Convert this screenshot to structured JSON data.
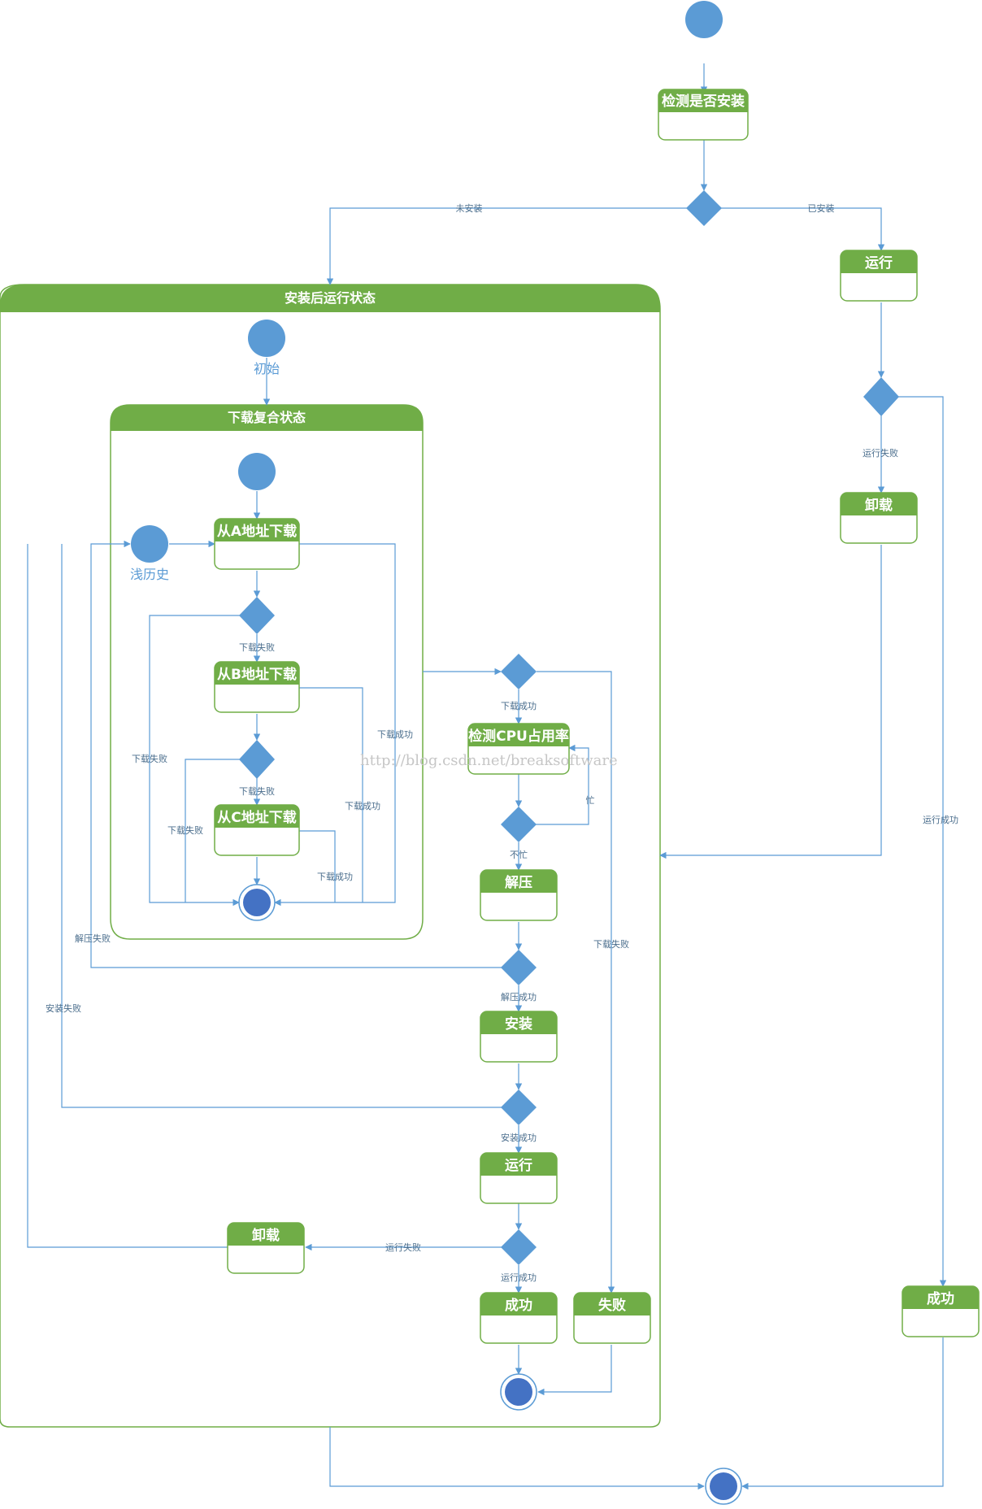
{
  "colors": {
    "state_fill": "#70ad47",
    "state_border": "#70ad47",
    "node_blue": "#5b9bd5",
    "final_blue": "#4472c4",
    "edge": "#5b9bd5"
  },
  "states": {
    "check_installed": "检测是否安装",
    "run_top": "运行",
    "uninstall_top": "卸载",
    "success_top": "成功",
    "dl_a": "从A地址下载",
    "dl_b": "从B地址下载",
    "dl_c": "从C地址下载",
    "check_cpu": "检测CPU占用率",
    "unzip": "解压",
    "install": "安装",
    "run_inner": "运行",
    "uninstall_inner": "卸载",
    "success_inner": "成功",
    "fail_inner": "失败"
  },
  "groups": {
    "outer": "安装后运行状态",
    "download": "下载复合状态"
  },
  "nodes": {
    "initial": "初始",
    "shallow_history": "浅历史"
  },
  "edges": {
    "not_installed": "未安装",
    "installed": "已安装",
    "run_failed_top": "运行失败",
    "run_success_top": "运行成功",
    "dl_fail_1": "下载失败",
    "dl_fail_2": "下载失败",
    "dl_fail_left_1": "下载失败",
    "dl_fail_left_2": "下载失败",
    "dl_success_1": "下载成功",
    "dl_success_2": "下载成功",
    "dl_success_3": "下载成功",
    "dl_success_out": "下载成功",
    "busy": "忙",
    "not_busy": "不忙",
    "dl_fail_out": "下载失败",
    "unzip_fail": "解压失败",
    "unzip_success": "解压成功",
    "install_fail": "安装失败",
    "install_success": "安装成功",
    "run_fail_inner": "运行失败",
    "run_success_inner": "运行成功"
  },
  "watermark": "http://blog.csdn.net/breaksoftware"
}
